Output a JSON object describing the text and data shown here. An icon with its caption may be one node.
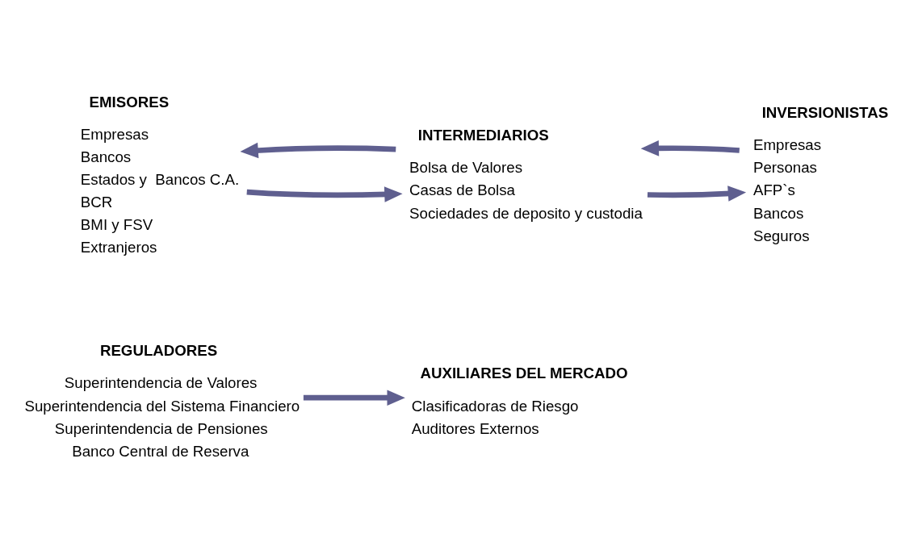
{
  "diagram": {
    "nodes": [
      {
        "text": [
          "REGULADORES",
          "Superintendencia de Valores",
          "Superintendencia del Sistema Financiero",
          "Superintendencia de Pensiones",
          "Banco Central de Reserva"
        ]
      },
      {
        "text": [
          "AUXILIARES DEL MERCADO",
          "Clasificadoras de Riesgo",
          "Auditores Externos"
        ]
      },
      {
        "text": [
          "EMISORES",
          "Empresas",
          "Bancos",
          "Estados y  Bancos C.A.",
          "BCR",
          "BMI y FSV",
          "Extranjeros"
        ]
      },
      {
        "text": [
          "INTERMEDIARIOS",
          "Bolsa de Valores",
          "Casas de Bolsa",
          "Sociedades de deposito y custodia"
        ]
      },
      {
        "text": [
          "INVERSIONISTAS",
          "Empresas",
          "Personas",
          "AFP`s",
          "Bancos",
          "Seguros"
        ]
      }
    ],
    "edges": [
      {
        "from": 0,
        "to": 1,
        "arrow": "to"
      },
      {
        "from": 2,
        "to": 3,
        "arrow": "to"
      },
      {
        "from": 3,
        "to": 2,
        "arrow": "to"
      },
      {
        "from": 3,
        "to": 4,
        "arrow": "to"
      },
      {
        "from": 4,
        "to": 3,
        "arrow": "to"
      }
    ]
  }
}
